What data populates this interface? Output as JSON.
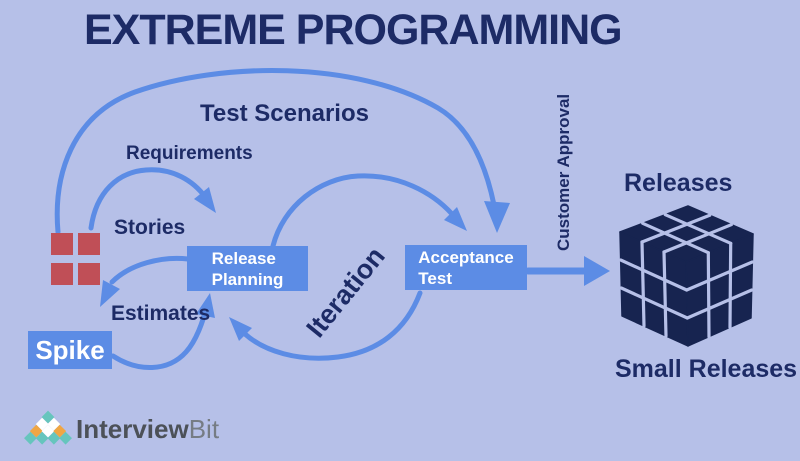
{
  "title": "EXTREME PROGRAMMING",
  "diagram": {
    "flow_labels": {
      "test_scenarios": "Test Scenarios",
      "requirements": "Requirements",
      "stories": "Stories",
      "estimates": "Estimates",
      "iteration": "Iteration",
      "customer_approval": "Customer Approval",
      "releases": "Releases",
      "small_releases": "Small Releases"
    },
    "nodes": {
      "release_planning": {
        "line1": "Release",
        "line2": "Planning"
      },
      "acceptance_test": {
        "line1": "Acceptance",
        "line2": "Test"
      },
      "spike": {
        "label": "Spike"
      }
    },
    "icons": [
      {
        "name": "user-stories-icon",
        "shape": "four-red-squares"
      },
      {
        "name": "rubiks-cube-icon",
        "shape": "3x3-isometric-cube"
      },
      {
        "name": "brand-pyramid-icon",
        "shape": "pyramid-of-diamonds"
      }
    ]
  },
  "footer": {
    "brand_name_bold": "Interview",
    "brand_name_light": "Bit"
  },
  "colors": {
    "background": "#b6c0e8",
    "accent_blue": "#5c8ce5",
    "navy_text": "#1d2b66",
    "cube_navy": "#172450",
    "story_red": "#c04f57",
    "logo_teal": "#66c5bd",
    "logo_orange": "#f0a643",
    "logo_white": "#ffffff",
    "brand_text_dark": "#4c5158",
    "brand_text_light": "#767c84"
  }
}
